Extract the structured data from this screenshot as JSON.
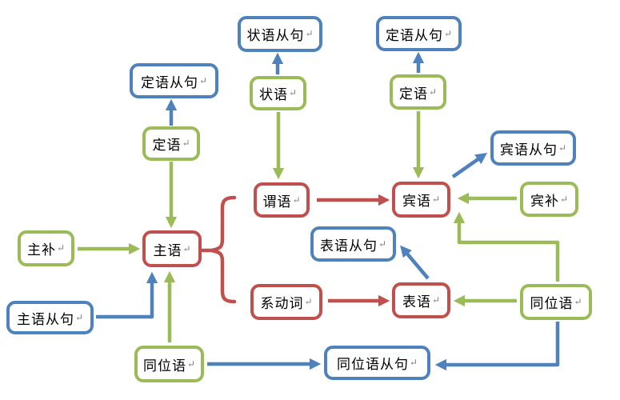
{
  "colors": {
    "blue": "#4F81BD",
    "green": "#9BBB59",
    "red": "#C0504D",
    "text": "#000000",
    "return_mark_color": "#7F7F7F",
    "background": "#FFFFFF"
  },
  "return_mark": "↵",
  "nodes": [
    {
      "id": "adverbial-clause",
      "label": "状语从句",
      "color": "blue"
    },
    {
      "id": "attributive-clause-left",
      "label": "定语从句",
      "color": "blue"
    },
    {
      "id": "attributive-clause-right",
      "label": "定语从句",
      "color": "blue"
    },
    {
      "id": "adverbial",
      "label": "状语",
      "color": "green"
    },
    {
      "id": "attributive-left",
      "label": "定语",
      "color": "green"
    },
    {
      "id": "attributive-right",
      "label": "定语",
      "color": "green"
    },
    {
      "id": "predicate",
      "label": "谓语",
      "color": "red"
    },
    {
      "id": "object-clause",
      "label": "宾语从句",
      "color": "blue"
    },
    {
      "id": "object",
      "label": "宾语",
      "color": "red"
    },
    {
      "id": "object-complement",
      "label": "宾补",
      "color": "green"
    },
    {
      "id": "subject-complement",
      "label": "主补",
      "color": "green"
    },
    {
      "id": "subject",
      "label": "主语",
      "color": "red"
    },
    {
      "id": "predicative-clause",
      "label": "表语从句",
      "color": "blue"
    },
    {
      "id": "subject-clause",
      "label": "主语从句",
      "color": "blue"
    },
    {
      "id": "linking-verb",
      "label": "系动词",
      "color": "red"
    },
    {
      "id": "predicative",
      "label": "表语",
      "color": "red"
    },
    {
      "id": "appositive-right",
      "label": "同位语",
      "color": "green"
    },
    {
      "id": "appositive-bottom",
      "label": "同位语",
      "color": "green"
    },
    {
      "id": "appositive-clause",
      "label": "同位语从句",
      "color": "blue"
    }
  ],
  "edges": [
    {
      "from": "attributive-left",
      "to": "attributive-clause-left",
      "color": "blue"
    },
    {
      "from": "attributive-left",
      "to": "subject",
      "color": "green"
    },
    {
      "from": "adverbial",
      "to": "adverbial-clause",
      "color": "blue"
    },
    {
      "from": "adverbial",
      "to": "predicate",
      "color": "green"
    },
    {
      "from": "attributive-right",
      "to": "attributive-clause-right",
      "color": "blue"
    },
    {
      "from": "attributive-right",
      "to": "object",
      "color": "green"
    },
    {
      "from": "predicate",
      "to": "object",
      "color": "red"
    },
    {
      "from": "object",
      "to": "object-clause",
      "color": "blue"
    },
    {
      "from": "object-complement",
      "to": "object",
      "color": "green"
    },
    {
      "from": "subject-complement",
      "to": "subject",
      "color": "green"
    },
    {
      "from": "subject-clause",
      "to": "subject",
      "color": "blue"
    },
    {
      "from": "appositive-bottom",
      "to": "subject",
      "color": "green"
    },
    {
      "from": "appositive-bottom",
      "to": "appositive-clause",
      "color": "blue"
    },
    {
      "from": "linking-verb",
      "to": "predicative",
      "color": "red"
    },
    {
      "from": "predicative",
      "to": "predicative-clause",
      "color": "blue"
    },
    {
      "from": "appositive-right",
      "to": "predicative",
      "color": "green"
    },
    {
      "from": "appositive-right",
      "to": "object",
      "color": "green"
    },
    {
      "from": "appositive-right",
      "to": "appositive-clause",
      "color": "blue"
    },
    {
      "from": "subject",
      "to": "predicate",
      "color": "red",
      "style": "brace"
    },
    {
      "from": "subject",
      "to": "linking-verb",
      "color": "red",
      "style": "brace"
    }
  ]
}
